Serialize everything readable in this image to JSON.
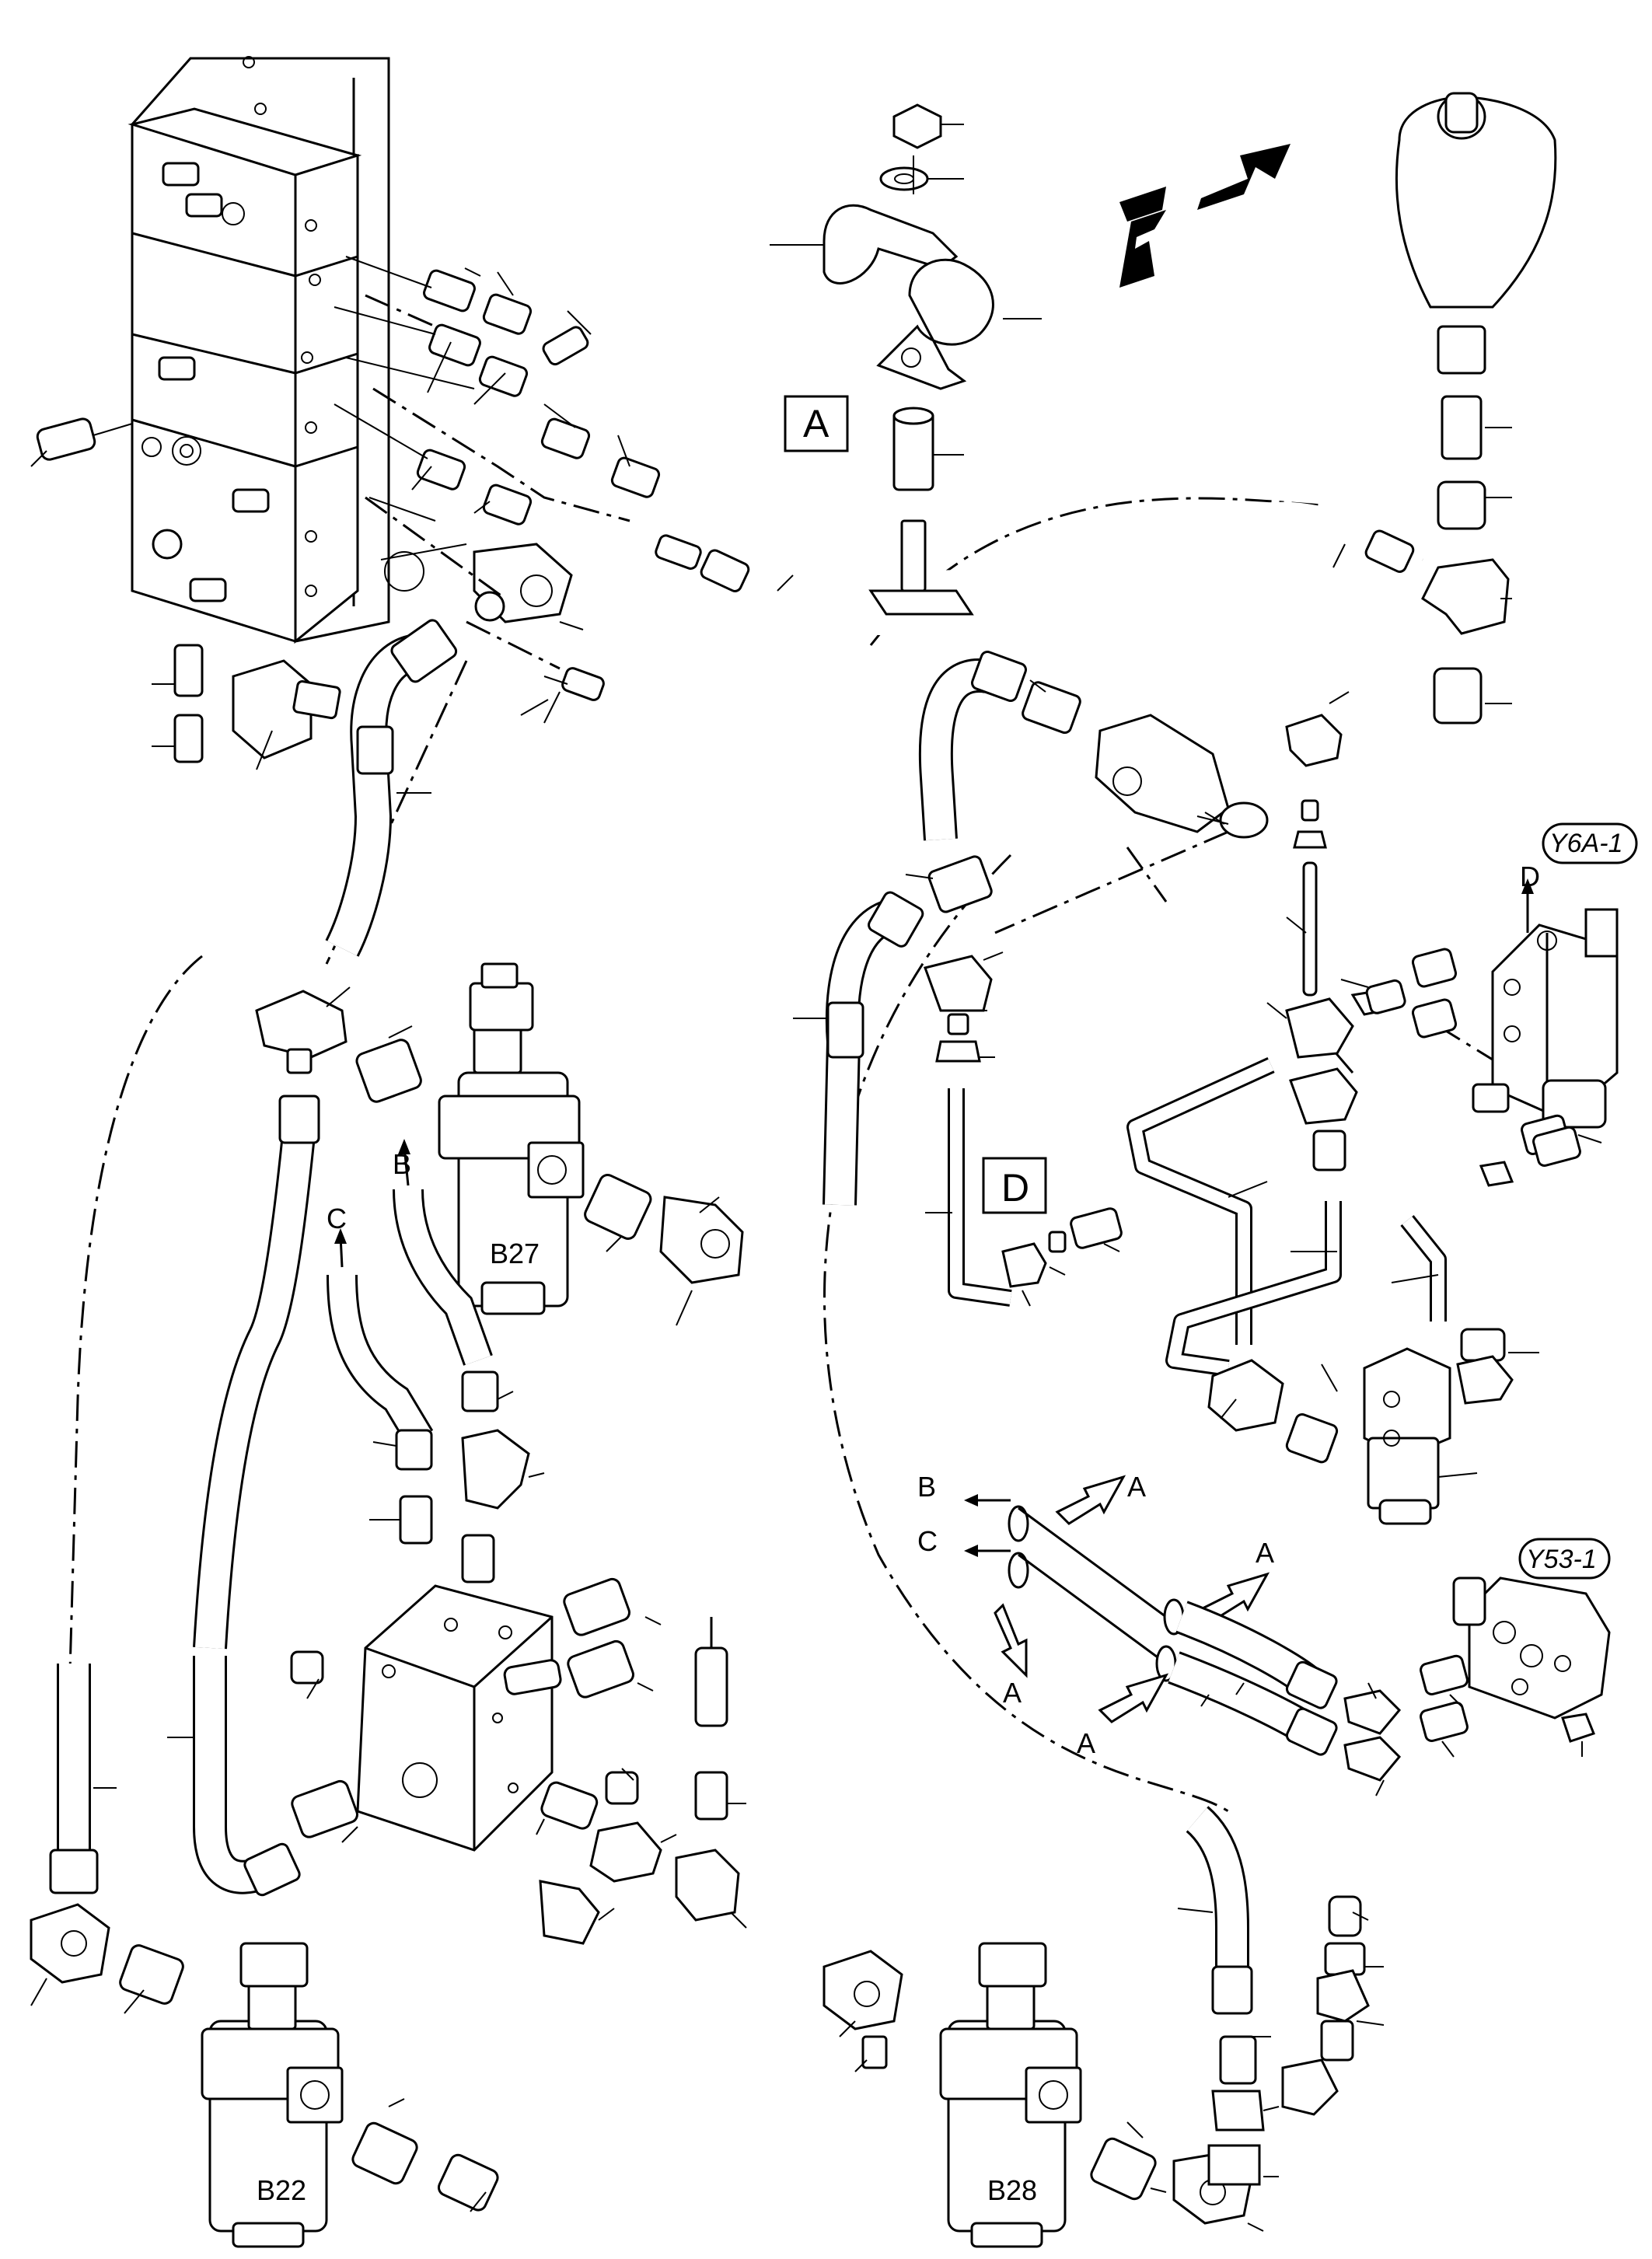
{
  "view_labels": {
    "detail_a": "A",
    "detail_d": "D",
    "forward": "F",
    "arrow_a": "A",
    "arrow_b": "B",
    "arrow_c": "C",
    "arrow_d": "D"
  },
  "components": {
    "filter_b27": "B27",
    "filter_b22": "B22",
    "filter_b28": "B28",
    "valve_y6a": "Y6A-1",
    "valve_y53": "Y53-1"
  },
  "legend_routing": {
    "b": "B",
    "c": "C",
    "a1": "A",
    "a2": "A",
    "a3": "A",
    "a4": "A"
  }
}
